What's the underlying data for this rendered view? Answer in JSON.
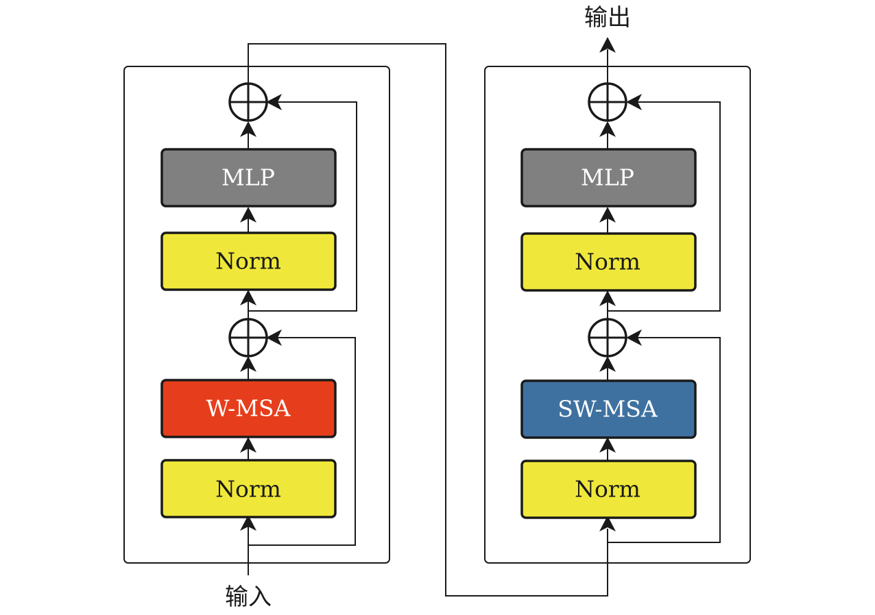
{
  "io": {
    "input_label": "输入",
    "output_label": "输出"
  },
  "blocks": {
    "left": {
      "mlp": "MLP",
      "norm_top": "Norm",
      "attention": "W-MSA",
      "norm_bottom": "Norm"
    },
    "right": {
      "mlp": "MLP",
      "norm_top": "Norm",
      "attention": "SW-MSA",
      "norm_bottom": "Norm"
    }
  },
  "colors": {
    "mlp_fill": "#808080",
    "norm_fill": "#EFE83A",
    "w_msa_fill": "#E63E1C",
    "sw_msa_fill": "#3E71A0",
    "mlp_text": "#ffffff",
    "norm_text": "#1a1a1a",
    "msa_text": "#ffffff",
    "stroke": "#1a1a1a"
  }
}
